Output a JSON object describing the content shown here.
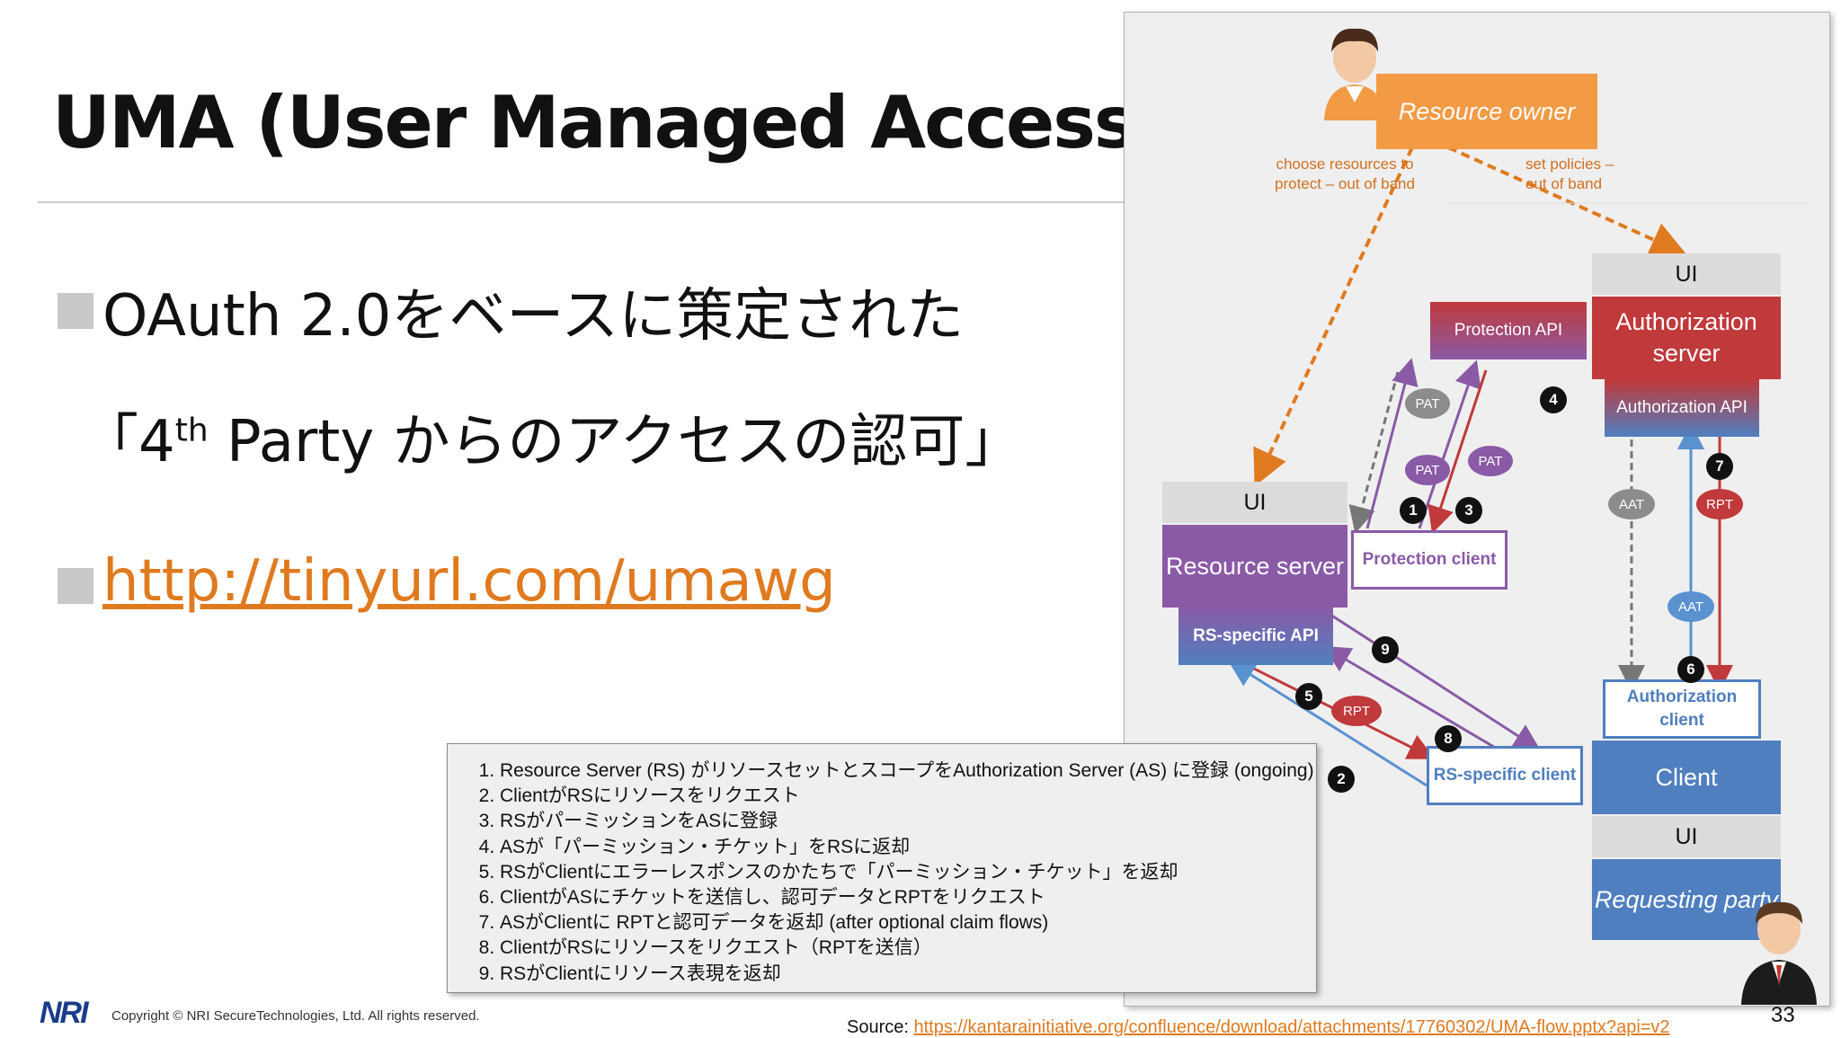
{
  "slide": {
    "title": "UMA (User Managed Access)",
    "bullet1_line1": "OAuth 2.0をベースに策定された",
    "bullet1_line2_pre": "「4",
    "bullet1_line2_sup": "th",
    "bullet1_line2_post": " Party からのアクセスの認可」",
    "link": "http://tinyurl.com/umawg",
    "page_number": "33",
    "copyright": "Copyright © NRI SecureTechnologies, Ltd. All rights reserved.",
    "logo": "NRI",
    "source_label": "Source: ",
    "source_url": "https://kantarainitiative.org/confluence/download/attachments/17760302/UMA-flow.pptx?api=v2"
  },
  "diagram": {
    "resource_owner": "Resource owner",
    "choose_label_1": "choose resources to",
    "choose_label_2": "protect – out of band",
    "policy_label_1": "set policies –",
    "policy_label_2": "out of band",
    "ui_as": "UI",
    "authorization_server": "Authorization server",
    "authorization_api": "Authorization API",
    "protection_api": "Protection API",
    "ui_rs": "UI",
    "resource_server": "Resource server",
    "rs_specific_api": "RS-specific API",
    "protection_client": "Protection client",
    "authorization_client": "Authorization client",
    "rs_specific_client": "RS-specific client",
    "client": "Client",
    "ui_rp": "UI",
    "requesting_party": "Requesting party",
    "pat_1": "PAT",
    "pat_2": "PAT",
    "pat_3": "PAT",
    "aat_1": "AAT",
    "aat_2": "AAT",
    "rpt_1": "RPT",
    "rpt_2": "RPT",
    "step_nums": [
      "1",
      "2",
      "3",
      "4",
      "5",
      "6",
      "7",
      "8",
      "9"
    ],
    "colors": {
      "orange": "#f39a45",
      "red": "#c0393b",
      "purple": "#8a5aa6",
      "blue": "#4f7fbf",
      "grey": "#dcdcdc"
    }
  },
  "steps": [
    "Resource Server (RS) がリソースセットとスコープをAuthorization Server (AS) に登録 (ongoing)",
    "ClientがRSにリソースをリクエスト",
    "RSがパーミッションをASに登録",
    "ASが「パーミッション・チケット」をRSに返却",
    "RSがClientにエラーレスポンスのかたちで「パーミッション・チケット」を返却",
    "ClientがASにチケットを送信し、認可データとRPTをリクエスト",
    "ASがClientに RPTと認可データを返却 (after optional claim flows)",
    "ClientがRSにリソースをリクエスト（RPTを送信）",
    "RSがClientにリソース表現を返却"
  ]
}
